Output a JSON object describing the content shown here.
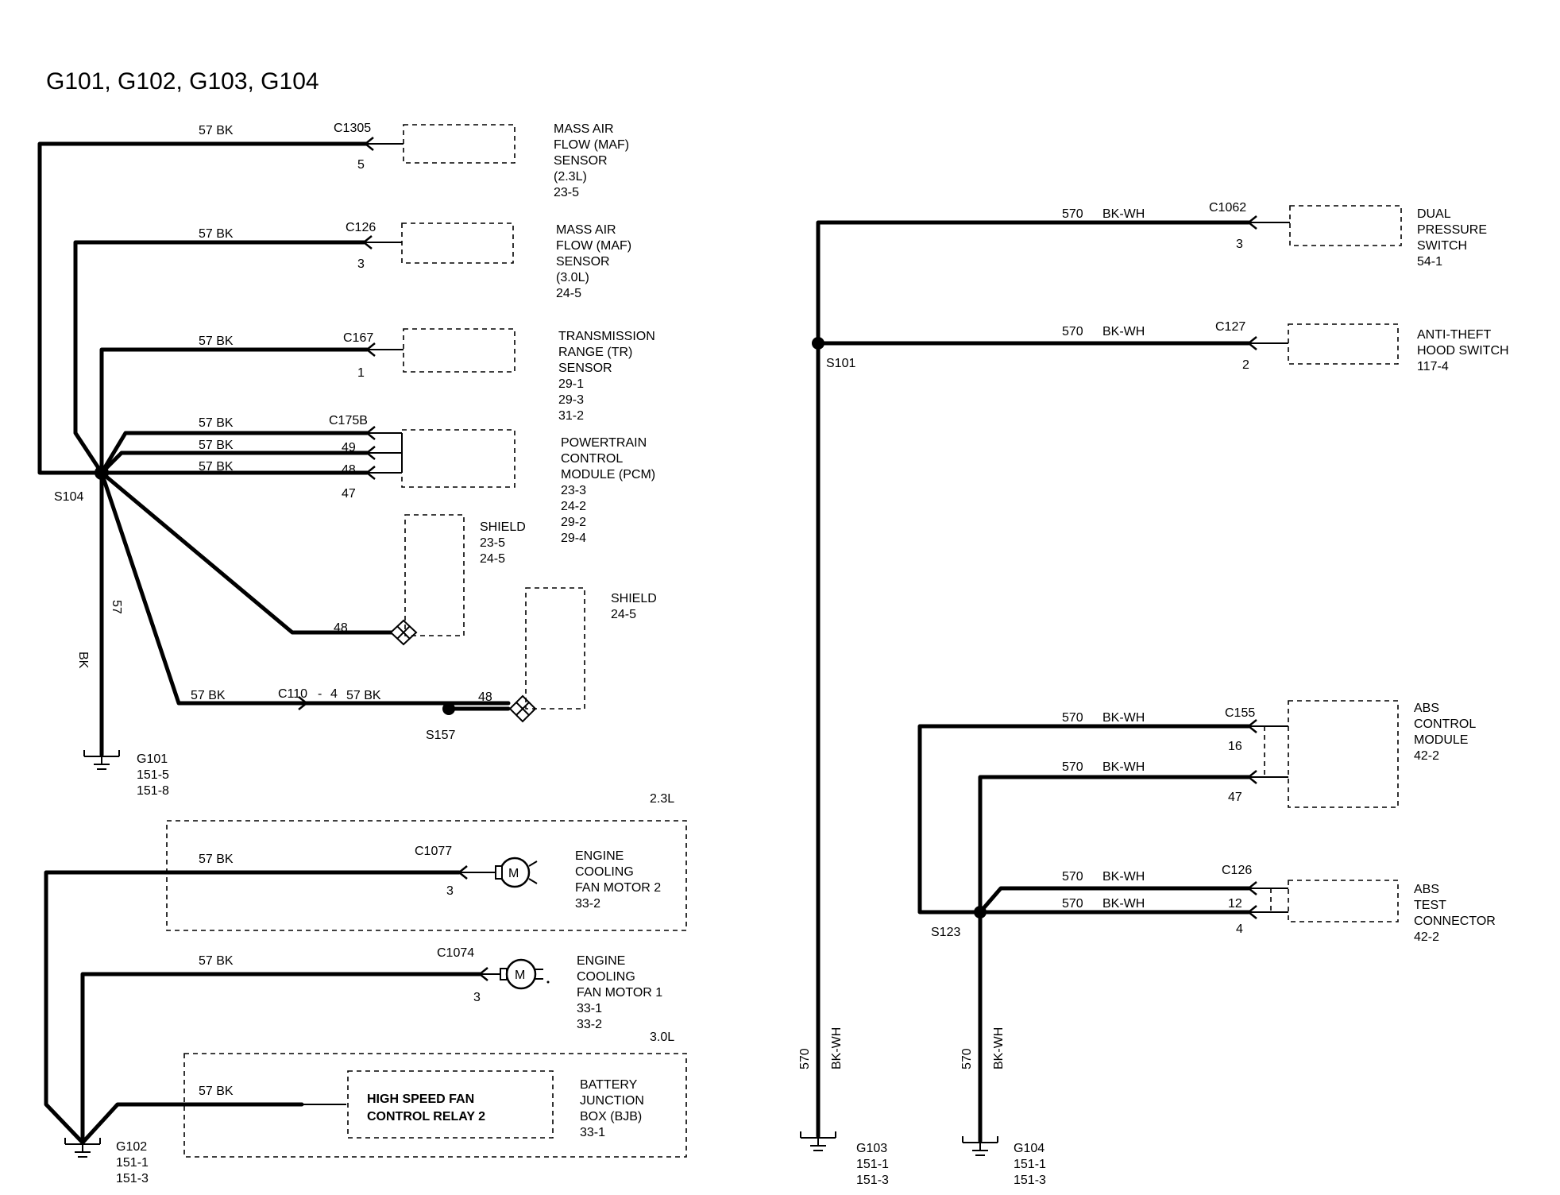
{
  "title": "G101, G102, G103, G104",
  "left": {
    "maf23": {
      "wire": "57 BK",
      "connector": "C1305",
      "pin": "5",
      "name": [
        "MASS AIR",
        "FLOW (MAF)",
        "SENSOR",
        "(2.3L)",
        "23-5"
      ]
    },
    "maf30": {
      "wire": "57 BK",
      "connector": "C126",
      "pin": "3",
      "name": [
        "MASS AIR",
        "FLOW (MAF)",
        "SENSOR",
        "(3.0L)",
        "24-5"
      ]
    },
    "tr": {
      "wire": "57 BK",
      "connector": "C167",
      "pin": "1",
      "name": [
        "TRANSMISSION",
        "RANGE (TR)",
        "SENSOR",
        "29-1",
        "29-3",
        "31-2"
      ]
    },
    "pcm": {
      "wires": [
        "57 BK",
        "57 BK",
        "57 BK"
      ],
      "connector": "C175B",
      "pins": [
        "49",
        "48",
        "47"
      ],
      "name": [
        "POWERTRAIN",
        "CONTROL",
        "MODULE (PCM)",
        "23-3",
        "24-2",
        "29-2",
        "29-4"
      ]
    },
    "shield1": {
      "pin": "48",
      "name": [
        "SHIELD",
        "23-5",
        "24-5"
      ]
    },
    "shield2": {
      "pin": "48",
      "name": [
        "SHIELD",
        "24-5"
      ]
    },
    "splice_s104": "S104",
    "vertical_wire": {
      "circuit": "57",
      "color": "BK"
    },
    "lower_run": {
      "wire_a": "57 BK",
      "connector": "C110",
      "dash": "-",
      "pin": "4",
      "wire_b": "57 BK"
    },
    "splice_s157": "S157",
    "g101": {
      "name": "G101",
      "refs": [
        "151-5",
        "151-8"
      ]
    },
    "variant_23": "2.3L",
    "fan2": {
      "wire": "57 BK",
      "connector": "C1077",
      "pin": "3",
      "name": [
        "ENGINE",
        "COOLING",
        "FAN MOTOR 2",
        "33-2"
      ]
    },
    "fan1": {
      "wire": "57 BK",
      "connector": "C1074",
      "pin": "3",
      "name": [
        "ENGINE",
        "COOLING",
        "FAN MOTOR 1",
        "33-1",
        "33-2"
      ]
    },
    "variant_30": "3.0L",
    "bjb": {
      "wire": "57 BK",
      "relay": [
        "HIGH SPEED FAN",
        "CONTROL RELAY 2"
      ],
      "name": [
        "BATTERY",
        "JUNCTION",
        "BOX (BJB)",
        "33-1"
      ]
    },
    "g102": {
      "name": "G102",
      "refs": [
        "151-1",
        "151-3"
      ]
    }
  },
  "right": {
    "dual": {
      "circuit": "570",
      "color": "BK-WH",
      "connector": "C1062",
      "pin": "3",
      "name": [
        "DUAL",
        "PRESSURE",
        "SWITCH",
        "54-1"
      ]
    },
    "antitheft": {
      "circuit": "570",
      "color": "BK-WH",
      "connector": "C127",
      "pin": "2",
      "name": [
        "ANTI-THEFT",
        "HOOD SWITCH",
        "117-4"
      ]
    },
    "splice_s101": "S101",
    "abs_module": {
      "wires": [
        {
          "circuit": "570",
          "color": "BK-WH"
        },
        {
          "circuit": "570",
          "color": "BK-WH"
        }
      ],
      "connector": "C155",
      "pins": [
        "16",
        "47"
      ],
      "name": [
        "ABS",
        "CONTROL",
        "MODULE",
        "42-2"
      ]
    },
    "abs_test": {
      "wires": [
        {
          "circuit": "570",
          "color": "BK-WH"
        },
        {
          "circuit": "570",
          "color": "BK-WH"
        }
      ],
      "connector": "C126",
      "pins": [
        "12",
        "4"
      ],
      "name": [
        "ABS",
        "TEST",
        "CONNECTOR",
        "42-2"
      ]
    },
    "splice_s123": "S123",
    "g103_wire": {
      "circuit": "570",
      "color": "BK-WH"
    },
    "g104_wire": {
      "circuit": "570",
      "color": "BK-WH"
    },
    "g103": {
      "name": "G103",
      "refs": [
        "151-1",
        "151-3"
      ]
    },
    "g104": {
      "name": "G104",
      "refs": [
        "151-1",
        "151-3"
      ]
    }
  }
}
